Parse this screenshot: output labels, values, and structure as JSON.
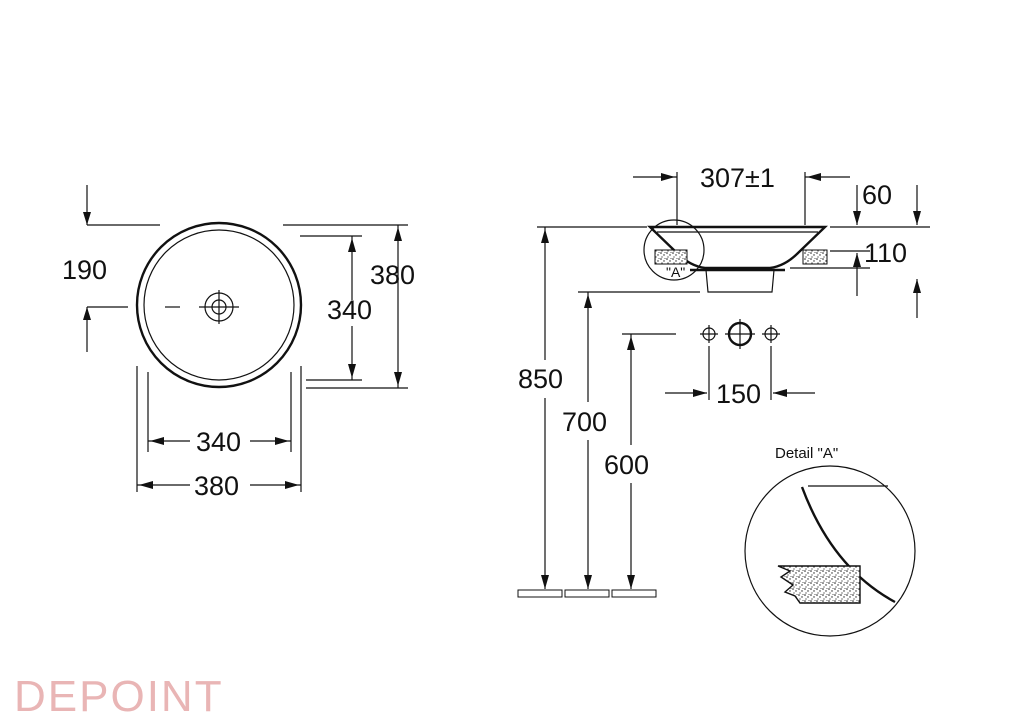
{
  "top_view": {
    "dim_190": "190",
    "dim_380_right": "380",
    "dim_340_right": "340",
    "dim_340_bottom": "340",
    "dim_380_bottom": "380"
  },
  "side_view": {
    "dim_307": "307±1",
    "dim_60": "60",
    "dim_110": "110",
    "dim_850": "850",
    "dim_700": "700",
    "dim_600": "600",
    "dim_150": "150",
    "label_a": "\"A\""
  },
  "detail": {
    "title": "Detail \"A\""
  },
  "watermark": {
    "text": "DEPOINT"
  }
}
